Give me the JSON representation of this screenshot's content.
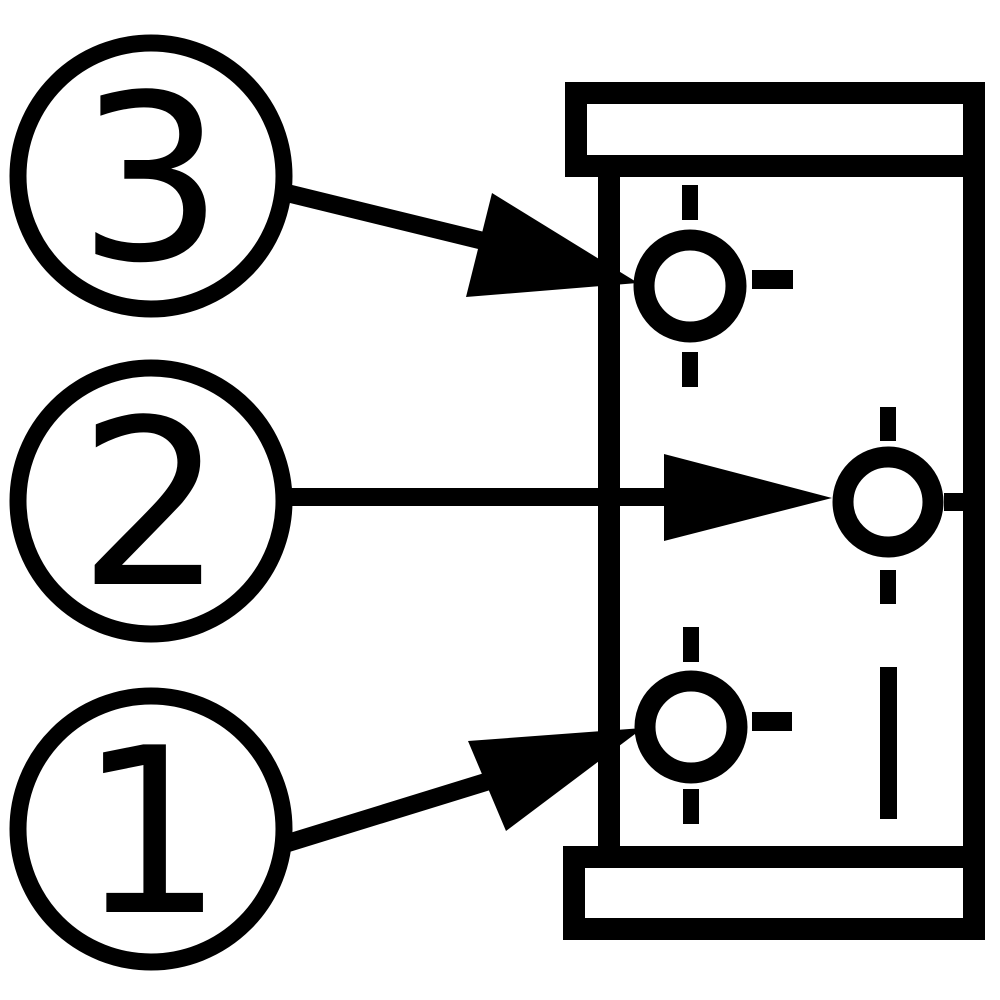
{
  "diagram": {
    "kind": "component-pinout-diagram",
    "ink_color": "#000000",
    "background_color": "#ffffff",
    "callouts": [
      {
        "label": "3"
      },
      {
        "label": "2"
      },
      {
        "label": "1"
      }
    ]
  }
}
